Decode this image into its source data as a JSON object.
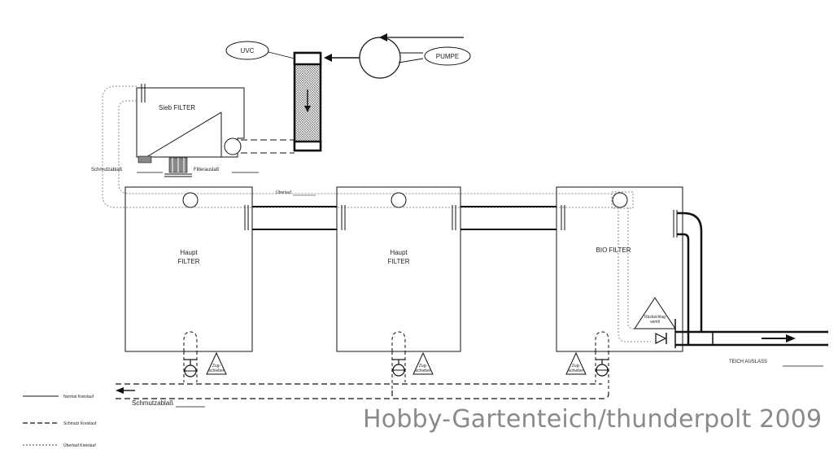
{
  "labels": {
    "uvc": "UVC",
    "pumpe": "PUMPE",
    "sieb_filter": "Sieb FILTER",
    "schmutzablass_top": "Schmutzablaß",
    "filterauslass": "Filterauslaß",
    "ueberlauf": "Überlauf",
    "haupt1_line1": "Haupt",
    "haupt1_line2": "FILTER",
    "haupt2_line1": "Haupt",
    "haupt2_line2": "FILTER",
    "bio_filter": "BIO FILTER",
    "rueckschlag_line1": "Rückschlag",
    "rueckschlag_line2": "ventil",
    "zug1_line1": "Zug-",
    "zug1_line2": "schieber",
    "zug2_line1": "Zug-",
    "zug2_line2": "schieber",
    "zug3_line1": "Zug-",
    "zug3_line2": "schieber",
    "teich_auslass": "TEICH AUSLASS",
    "schmutzablass_bottom": "Schmutzablaß"
  },
  "legend": [
    {
      "label": "Normal Kreislauf",
      "style": "solid"
    },
    {
      "label": "Schmutz Kreislauf",
      "style": "dashed"
    },
    {
      "label": "Überlauf Kreislauf",
      "style": "dotted"
    }
  ],
  "watermark": "Hobby-Gartenteich/thunderpolt 2009",
  "colors": {
    "line": "#111111",
    "overflow_line": "#8a8a8a",
    "watermark": "#8a8a8a",
    "uvc_fill": "#c9c9c9"
  }
}
